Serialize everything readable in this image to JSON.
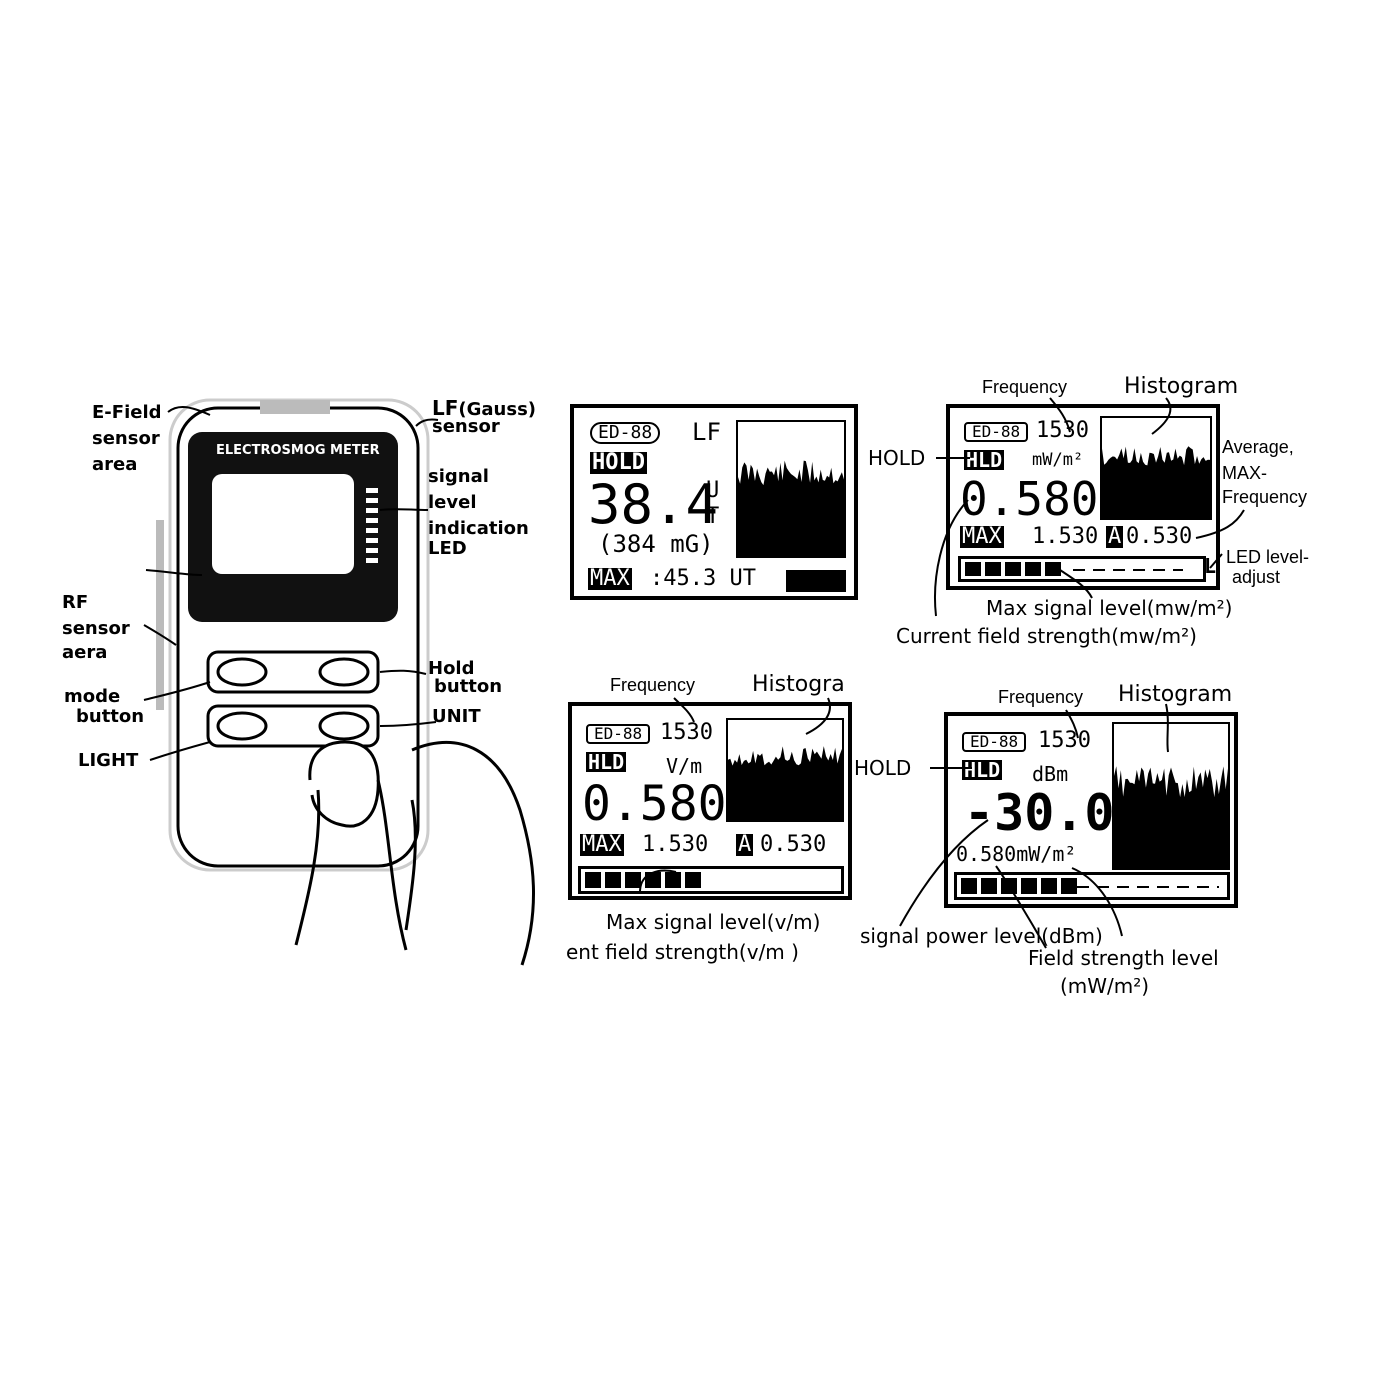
{
  "device": {
    "title": "ELECTROSMOG METER",
    "labels": {
      "efield": [
        "E-Field",
        "sensor",
        "area"
      ],
      "lf_main": "LF",
      "lf_paren": "(Gauss)",
      "lf_sensor": "sensor",
      "signal": [
        "signal",
        "level",
        "indication",
        "LED"
      ],
      "rf": [
        "RF",
        "sensor",
        "aera"
      ],
      "mode": [
        "mode",
        "button"
      ],
      "light": "LIGHT",
      "hold": [
        "Hold",
        "button"
      ],
      "unit": "UNIT"
    }
  },
  "screen_lf": {
    "model": "ED-88",
    "mode": "LF",
    "hold": "HOLD",
    "value": "38.4",
    "unit_top": "U",
    "unit_bottom": "T",
    "sub": "(384 mG)",
    "max_label": "MAX",
    "max_value": ":45.3 UT"
  },
  "screen_rf1": {
    "model": "ED-88",
    "freq": "1530",
    "hold": "HLD",
    "unit": "mW/m²",
    "value": "0.580",
    "max_label": "MAX",
    "max_value": "1.530",
    "avg_icon": "A",
    "avg_value": "0.530",
    "level_char": "L",
    "ann_frequency": "Frequency",
    "ann_histogram": "Histogram",
    "ann_hold": "HOLD",
    "ann_average": [
      "Average,",
      "MAX-",
      "Frequency"
    ],
    "ann_led": [
      "LED level-",
      "adjust"
    ],
    "ann_max": "Max signal level(mw/m²)",
    "ann_current": "Current field strength(mw/m²)",
    "segments": 5
  },
  "screen_rf2": {
    "model": "ED-88",
    "freq": "1530",
    "hold": "HLD",
    "unit": "V/m",
    "value": "0.580",
    "max_label": "MAX",
    "max_value": "1.530",
    "avg_icon": "A",
    "avg_value": "0.530",
    "ann_frequency": "Frequency",
    "ann_histogram": "Histogra",
    "ann_max": "Max signal level(v/m)",
    "ann_current": "ent field strength(v/m )",
    "segments": 6
  },
  "screen_rf3": {
    "model": "ED-88",
    "freq": "1530",
    "hold": "HLD",
    "unit": "dBm",
    "value": "-30.0",
    "sub": "0.580mW/m²",
    "ann_frequency": "Frequency",
    "ann_histogram": "Histogram",
    "ann_hold": "HOLD",
    "ann_power": "signal power level(dBm)",
    "ann_field": "Field strength level",
    "ann_field_unit": "(mW/m²)",
    "segments": 6
  }
}
